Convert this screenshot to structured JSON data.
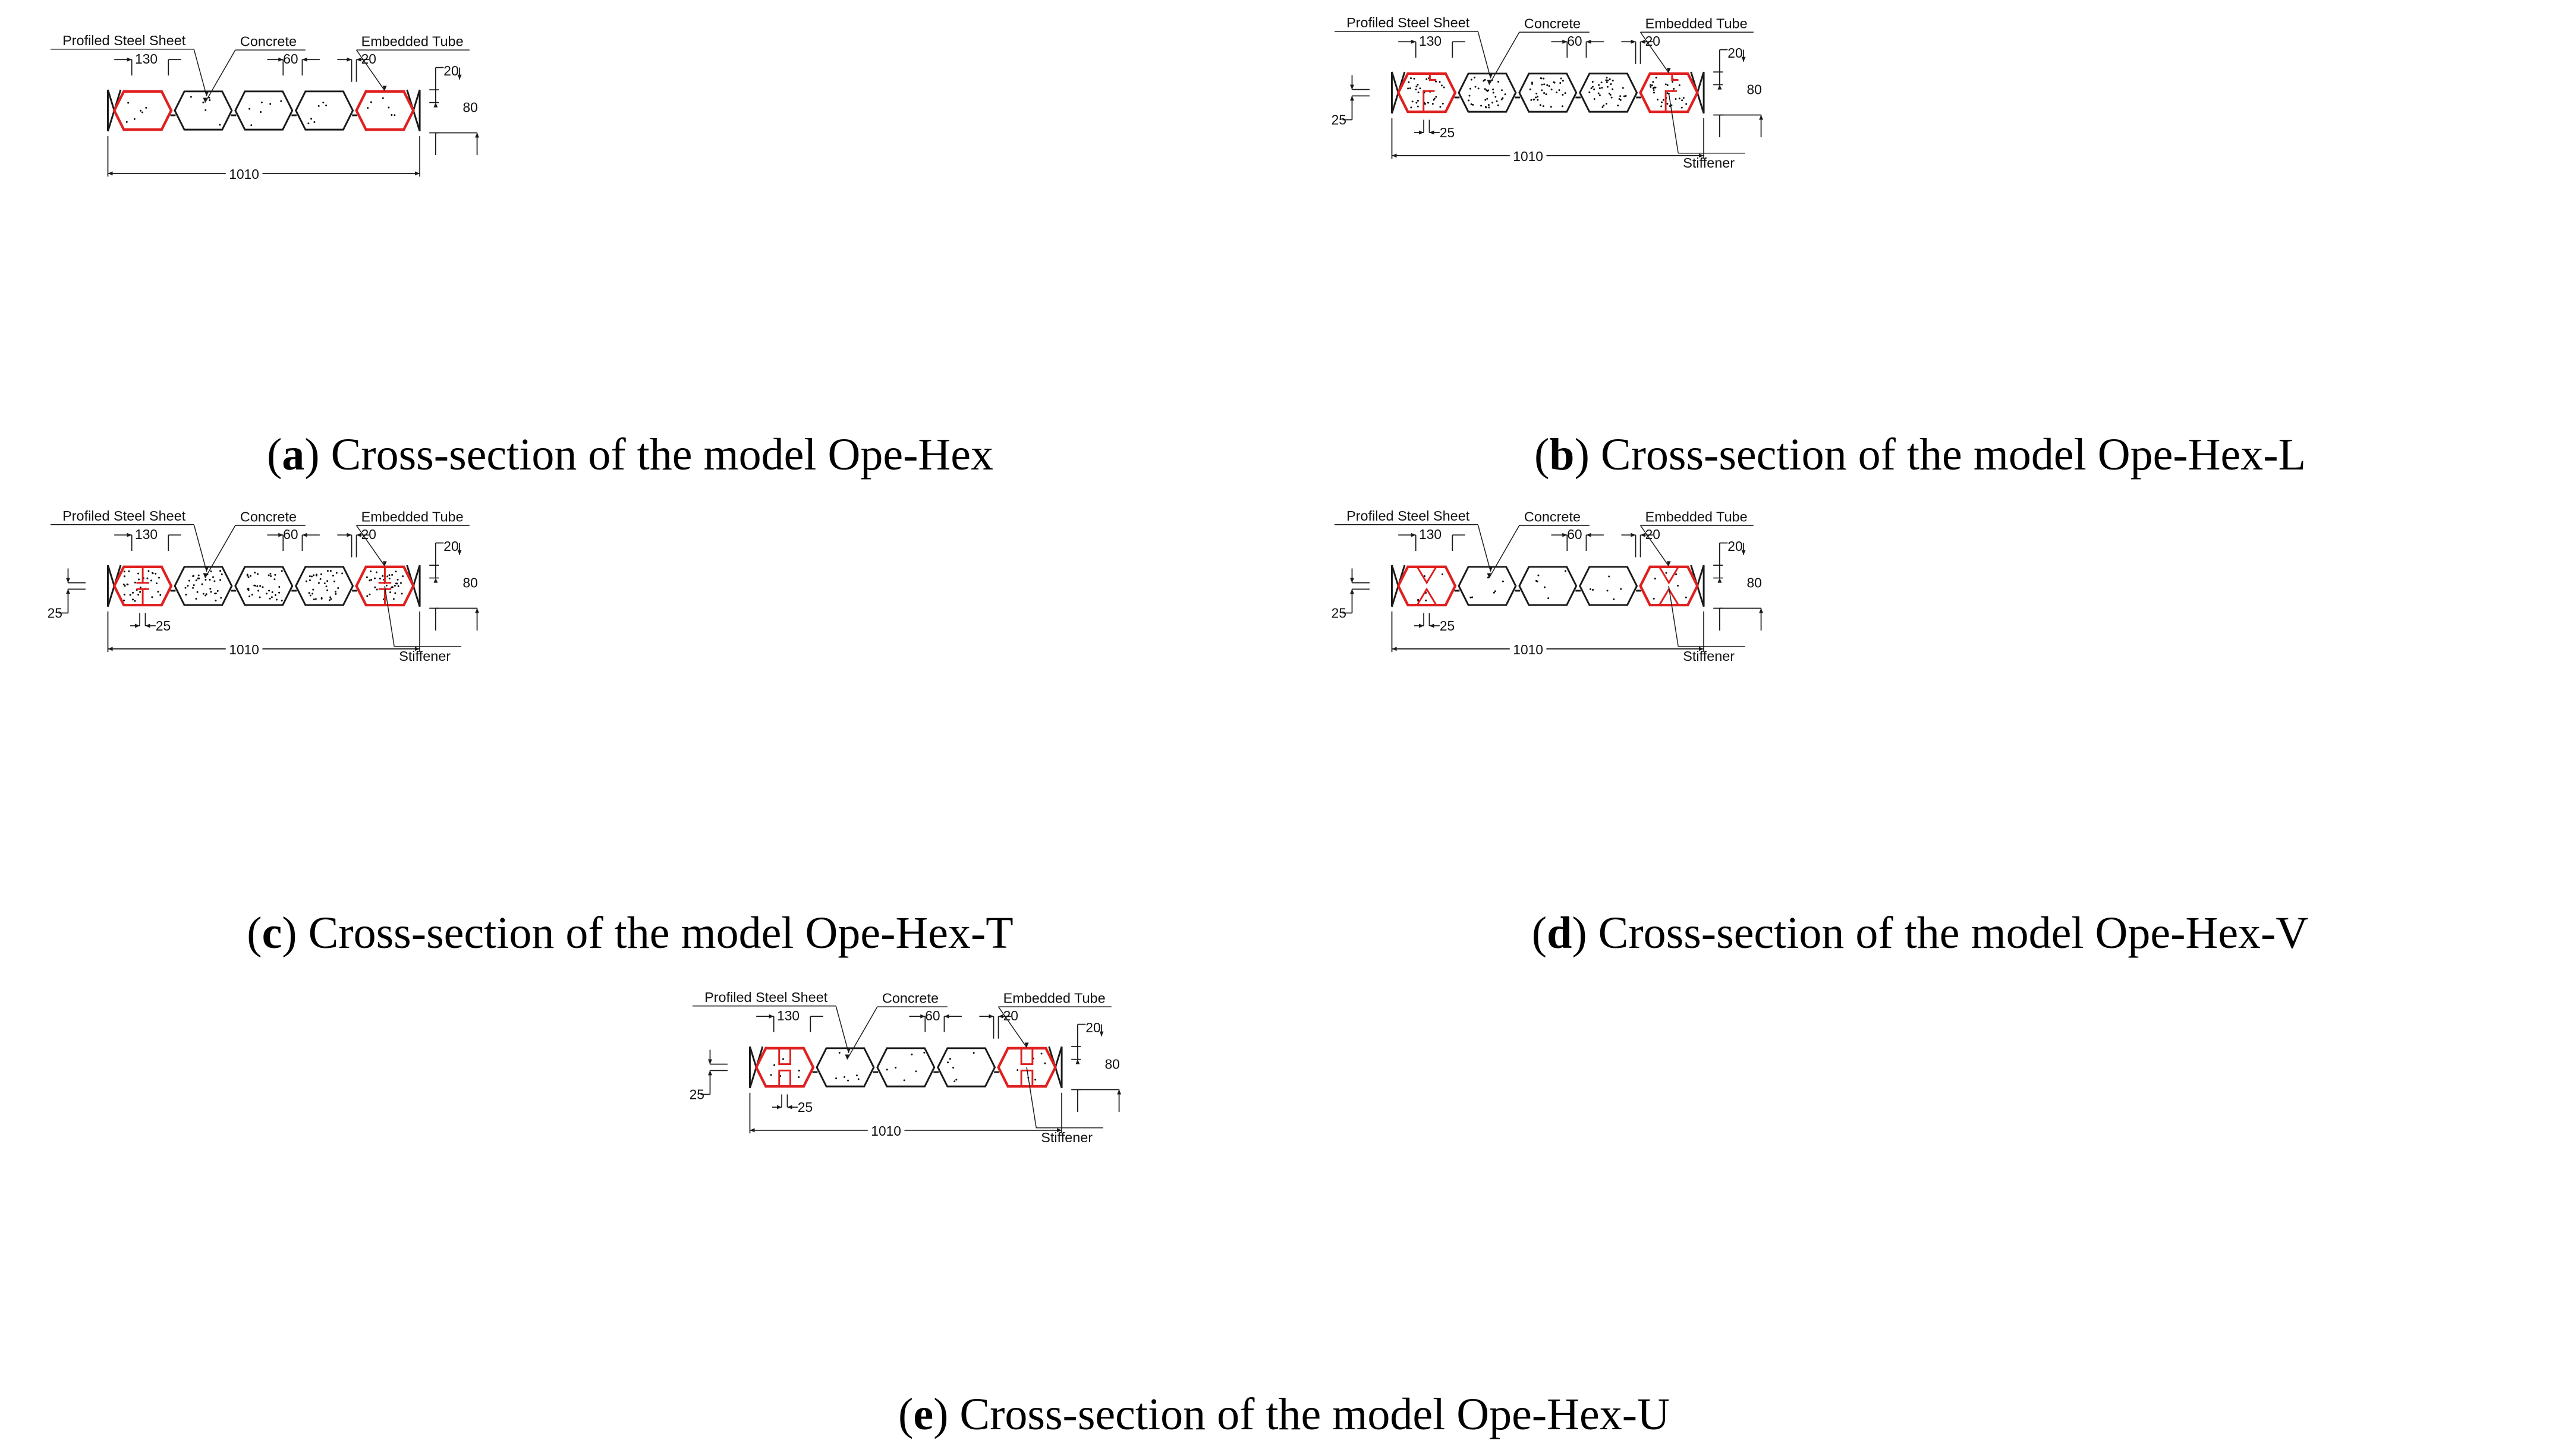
{
  "panels": [
    {
      "id": "a",
      "stiffener": "none",
      "caption_letter": "a",
      "caption_text": ") Cross-section of the model Ope-Hex",
      "labels": {
        "sheet": "Profiled Steel Sheet",
        "concrete": "Concrete",
        "tube": "Embedded Tube",
        "stiffener": ""
      },
      "dims": {
        "cell": "130",
        "gap": "60",
        "rib": "20",
        "right_top": "20",
        "right_h": "80",
        "stiff_w": "",
        "stiff_h": "",
        "total": "1010"
      }
    },
    {
      "id": "b",
      "stiffener": "L",
      "caption_letter": "b",
      "caption_text": ") Cross-section of the model Ope-Hex-L",
      "labels": {
        "sheet": "Profiled Steel Sheet",
        "concrete": "Concrete",
        "tube": "Embedded Tube",
        "stiffener": "Stiffener"
      },
      "dims": {
        "cell": "130",
        "gap": "60",
        "rib": "20",
        "right_top": "20",
        "right_h": "80",
        "stiff_w": "25",
        "stiff_h": "25",
        "total": "1010"
      }
    },
    {
      "id": "c",
      "stiffener": "T",
      "caption_letter": "c",
      "caption_text": ") Cross-section of the model Ope-Hex-T",
      "labels": {
        "sheet": "Profiled Steel Sheet",
        "concrete": "Concrete",
        "tube": "Embedded Tube",
        "stiffener": "Stiffener"
      },
      "dims": {
        "cell": "130",
        "gap": "60",
        "rib": "20",
        "right_top": "20",
        "right_h": "80",
        "stiff_w": "25",
        "stiff_h": "25",
        "total": "1010"
      }
    },
    {
      "id": "d",
      "stiffener": "V",
      "caption_letter": "d",
      "caption_text": ") Cross-section of the model Ope-Hex-V",
      "labels": {
        "sheet": "Profiled Steel Sheet",
        "concrete": "Concrete",
        "tube": "Embedded Tube",
        "stiffener": "Stiffener"
      },
      "dims": {
        "cell": "130",
        "gap": "60",
        "rib": "20",
        "right_top": "20",
        "right_h": "80",
        "stiff_w": "25",
        "stiff_h": "25",
        "total": "1010"
      }
    },
    {
      "id": "e",
      "stiffener": "U",
      "caption_letter": "e",
      "caption_text": ") Cross-section of the model Ope-Hex-U",
      "labels": {
        "sheet": "Profiled Steel Sheet",
        "concrete": "Concrete",
        "tube": "Embedded Tube",
        "stiffener": "Stiffener"
      },
      "dims": {
        "cell": "130",
        "gap": "60",
        "rib": "20",
        "right_top": "20",
        "right_h": "80",
        "stiff_w": "25",
        "stiff_h": "25",
        "total": "1010"
      }
    }
  ],
  "colors": {
    "tube": "#e02020",
    "line": "#1a1a1a",
    "dot": "#000000"
  }
}
